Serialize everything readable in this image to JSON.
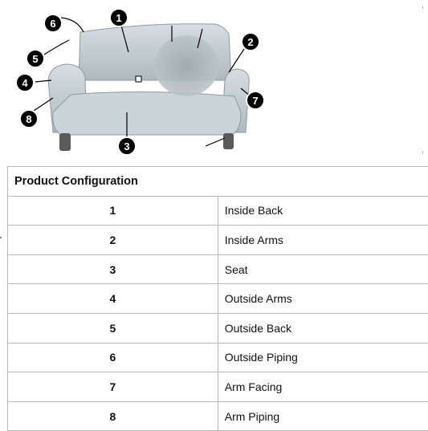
{
  "figure": {
    "markers": [
      "1",
      "2",
      "3",
      "4",
      "5",
      "6",
      "7",
      "8"
    ],
    "colors": {
      "fabric": "#c9d3d8",
      "fabric_dark": "#9aa6ad",
      "leg": "#5a5a5a",
      "marker_fill": "#000000",
      "marker_stroke": "#ffffff"
    }
  },
  "table": {
    "header": "Product Configuration",
    "rows": [
      {
        "num": "1",
        "label": "Inside Back"
      },
      {
        "num": "2",
        "label": "Inside Arms"
      },
      {
        "num": "3",
        "label": "Seat"
      },
      {
        "num": "4",
        "label": "Outside Arms"
      },
      {
        "num": "5",
        "label": "Outside Back"
      },
      {
        "num": "6",
        "label": "Outside Piping"
      },
      {
        "num": "7",
        "label": "Arm Facing"
      },
      {
        "num": "8",
        "label": "Arm Piping"
      }
    ]
  }
}
